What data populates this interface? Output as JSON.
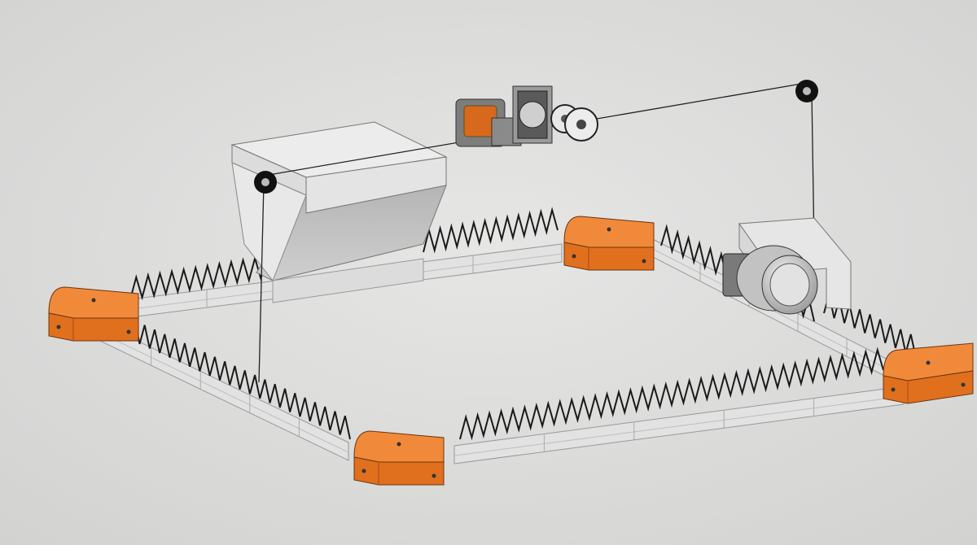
{
  "colors": {
    "background": "#d9d9d8",
    "background_light": "#e6e6e5",
    "corner_orange": "#e0701e",
    "corner_orange_dark": "#b8551a",
    "corner_orange_light": "#f08a3a",
    "rail_light": "#e2e2e2",
    "rail_side": "#c9c9c9",
    "spike_black": "#1a1a1a",
    "cable": "#222222",
    "hopper_light": "#d6d6d6",
    "hopper_dark": "#a9a9a9",
    "motor_grey": "#bcbcbc",
    "pulley_black": "#111111",
    "gearbox_orange": "#d8681c"
  },
  "components": [
    {
      "name": "corner-block-left",
      "kind": "corner"
    },
    {
      "name": "corner-block-back",
      "kind": "corner"
    },
    {
      "name": "corner-block-right",
      "kind": "corner"
    },
    {
      "name": "corner-block-front",
      "kind": "corner"
    },
    {
      "name": "feed-hopper",
      "kind": "hopper"
    },
    {
      "name": "cable-winch",
      "kind": "winch"
    },
    {
      "name": "drive-motor",
      "kind": "motor"
    },
    {
      "name": "pulley-left",
      "kind": "pulley"
    },
    {
      "name": "pulley-right",
      "kind": "pulley"
    }
  ]
}
